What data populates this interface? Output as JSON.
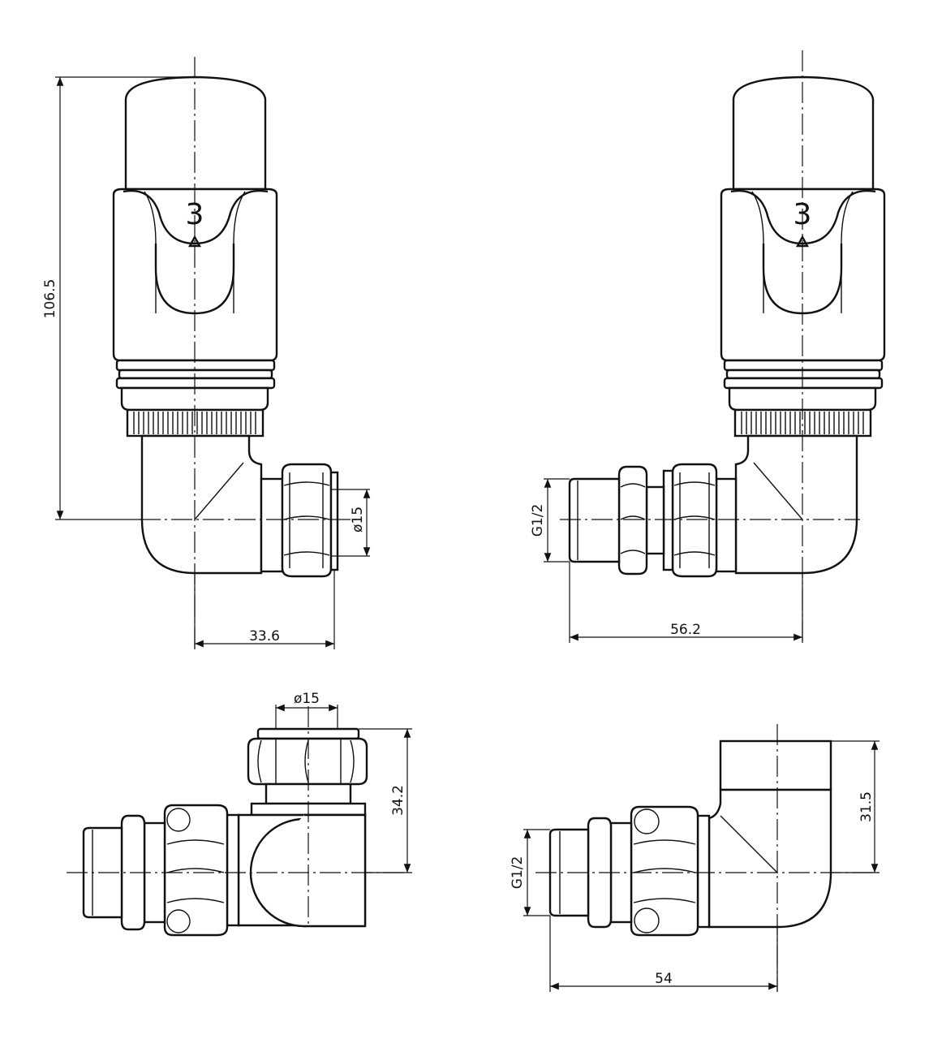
{
  "drawing": {
    "views": {
      "front_left": {
        "height_label": "106.5",
        "outlet_diameter_label": "ø15",
        "offset_label": "33.6",
        "dial_number": "3"
      },
      "front_right": {
        "thread_label": "G1/2",
        "length_label": "56.2",
        "dial_number": "3"
      },
      "bottom_left": {
        "outlet_diameter_label": "ø15",
        "height_label": "34.2"
      },
      "bottom_right": {
        "height_label": "31.5",
        "thread_label": "G1/2",
        "length_label": "54"
      }
    }
  }
}
